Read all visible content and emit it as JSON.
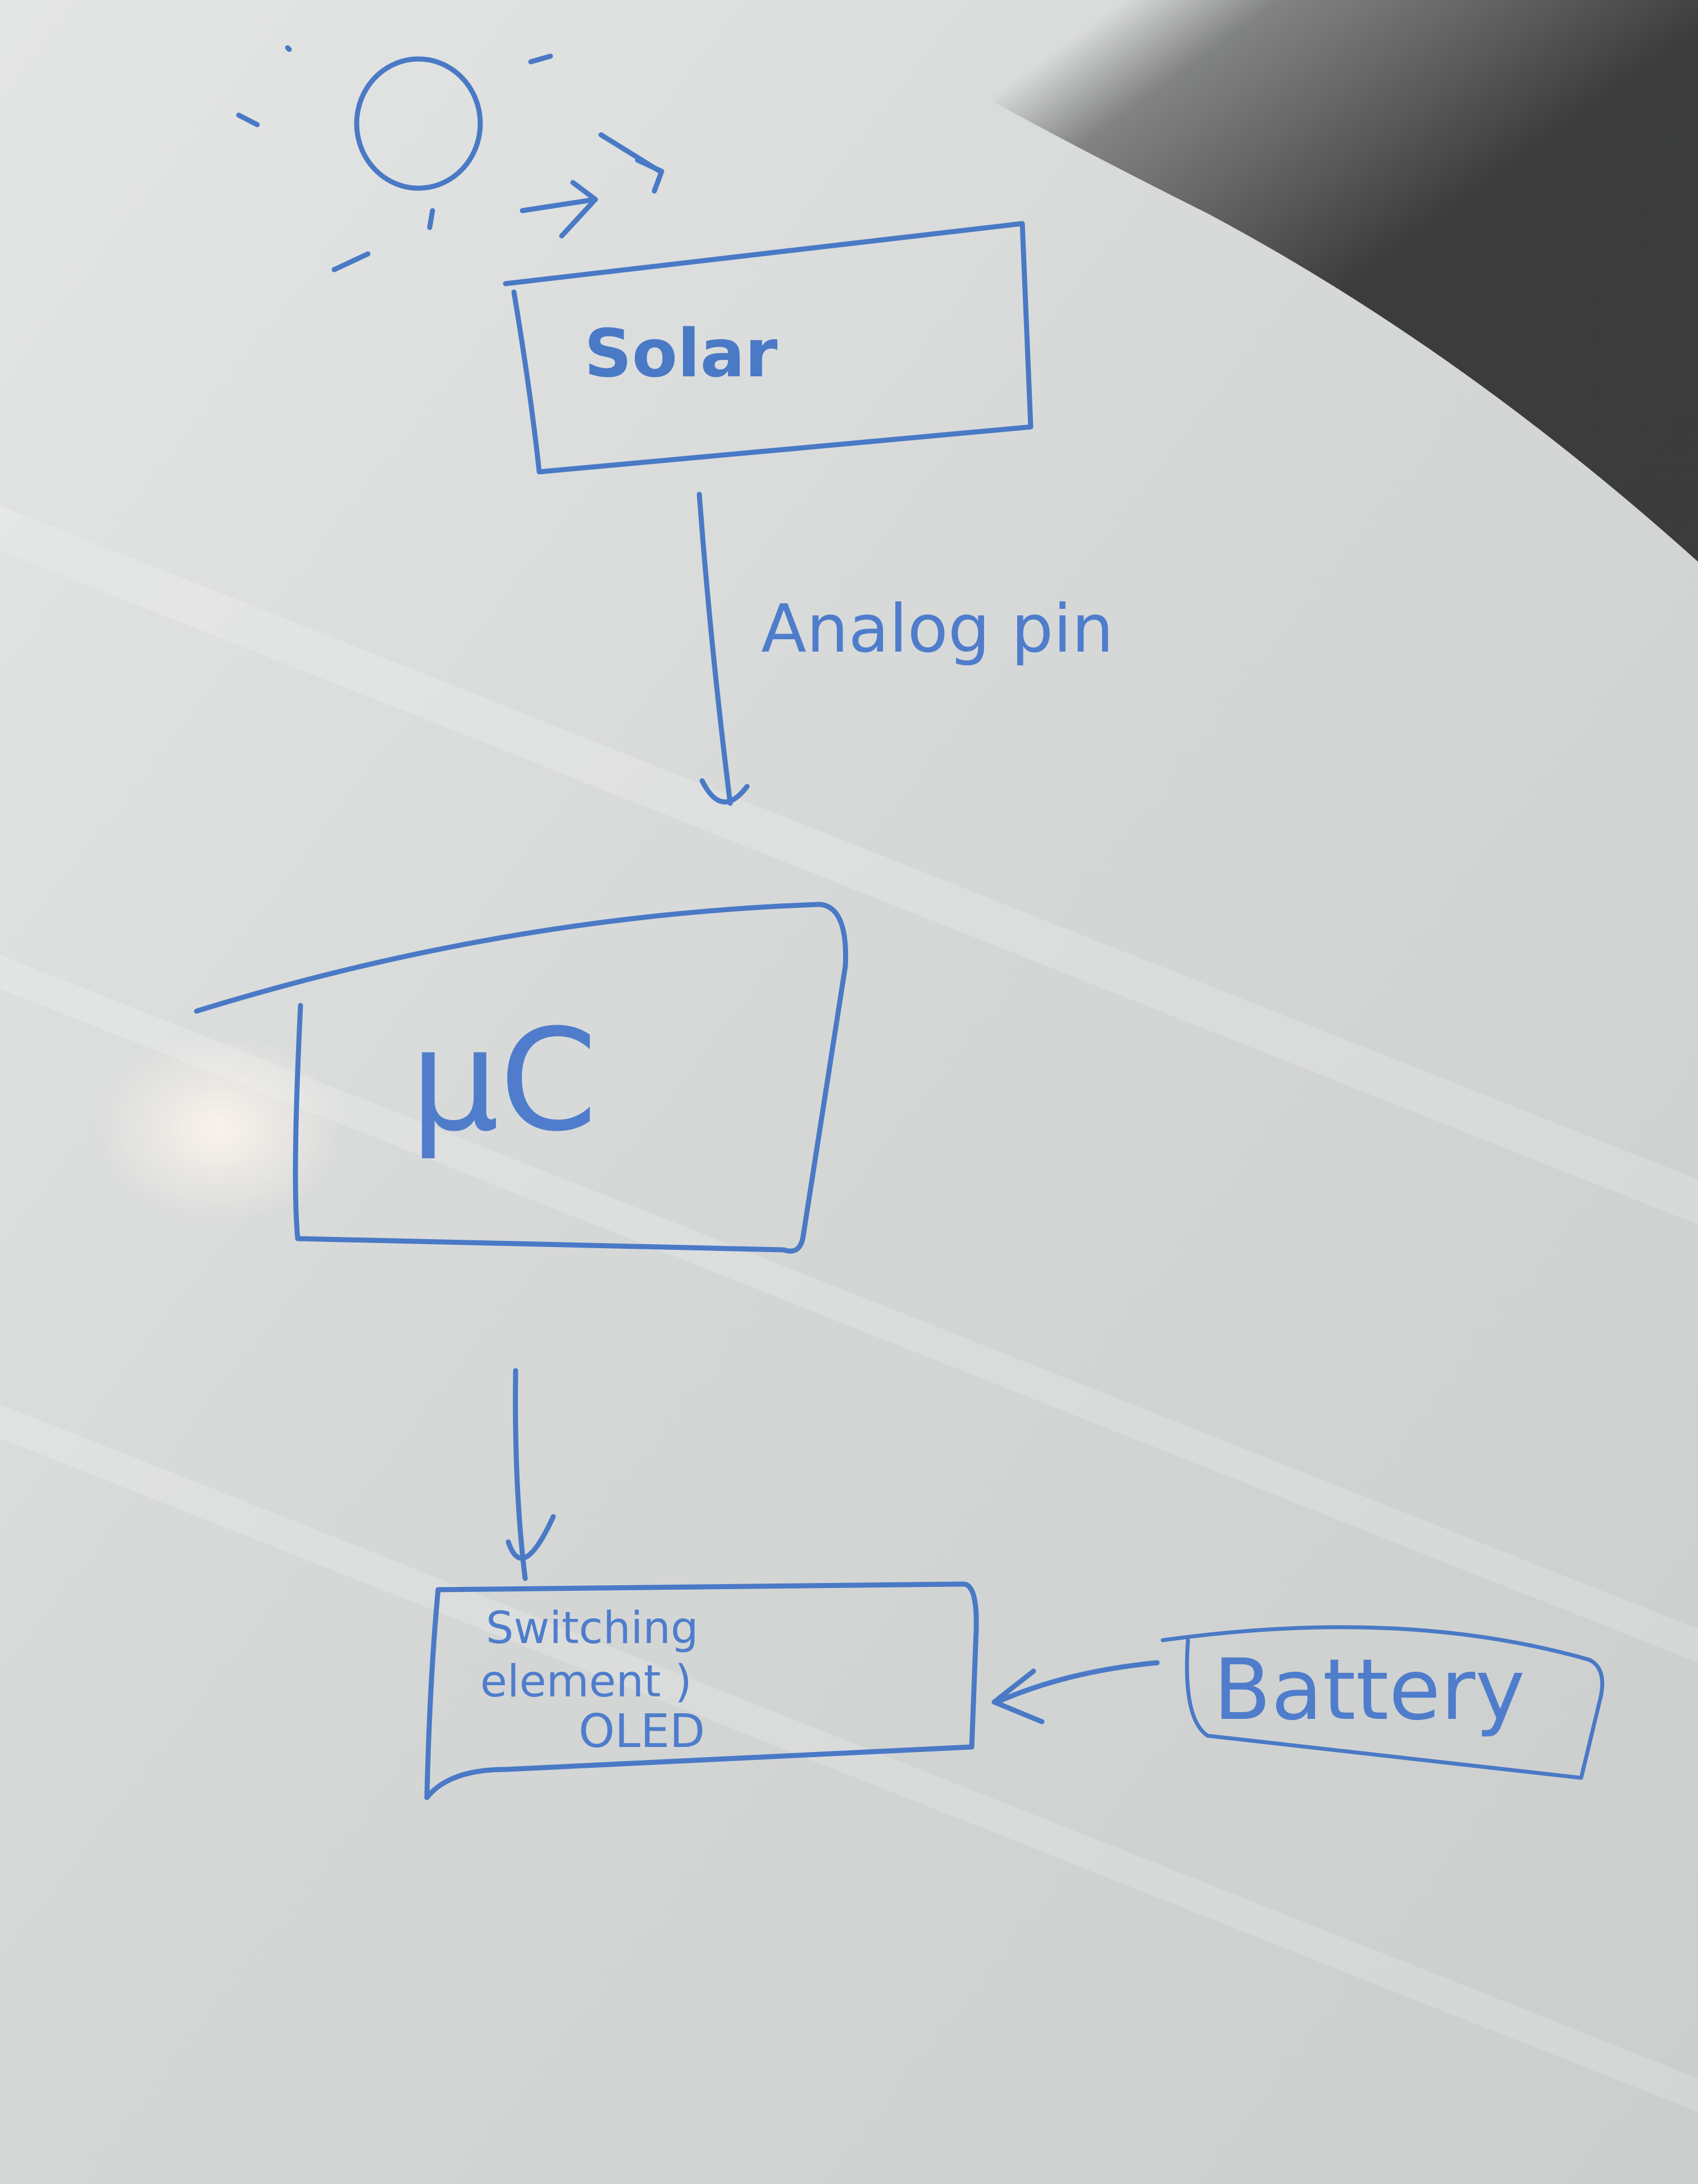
{
  "diagram": {
    "nodes": {
      "solar": {
        "label": "Solar"
      },
      "controller": {
        "label": "μC"
      },
      "output": {
        "lines": [
          "Switching",
          "element )",
          "OLED"
        ]
      },
      "battery": {
        "label": "Battery"
      }
    },
    "edges": {
      "solar_to_controller": {
        "label": "Analog pin"
      },
      "controller_to_output": {
        "label": ""
      },
      "battery_to_output": {
        "label": ""
      }
    }
  },
  "colors": {
    "ink": "#4a79c6",
    "board": "#dfe1e0",
    "shadow": "#3f3f40"
  }
}
